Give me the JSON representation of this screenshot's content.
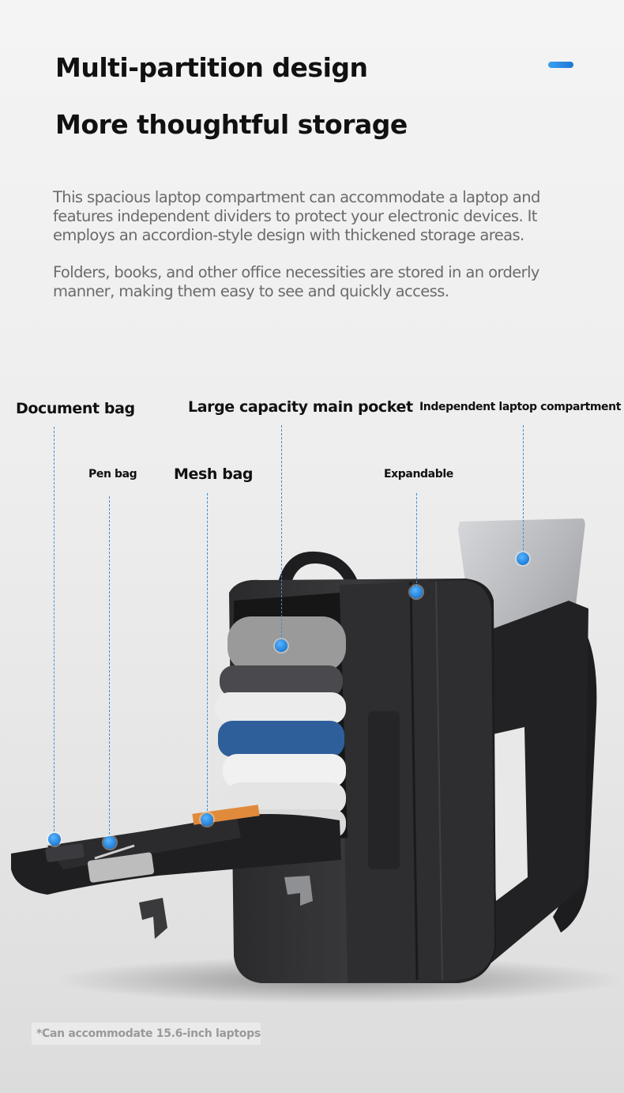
{
  "header": {
    "title": "Multi-partition design",
    "subtitle": "More thoughtful storage",
    "accent_color": "#2a8ae6"
  },
  "description": {
    "paragraph1": "This spacious laptop compartment can accommodate a laptop and features independent dividers to protect your electronic devices. It employs an accordion-style design with thickened storage areas.",
    "paragraph2": "Folders, books, and other office necessities are stored in an orderly manner, making them easy to see and quickly access."
  },
  "labels": {
    "document_bag": "Document bag",
    "main_pocket": "Large capacity main pocket",
    "laptop_compartment": "Independent laptop compartment",
    "pen_bag": "Pen bag",
    "mesh_bag": "Mesh bag",
    "expandable": "Expandable"
  },
  "footnote": "*Can accommodate 15.6-inch laptops"
}
